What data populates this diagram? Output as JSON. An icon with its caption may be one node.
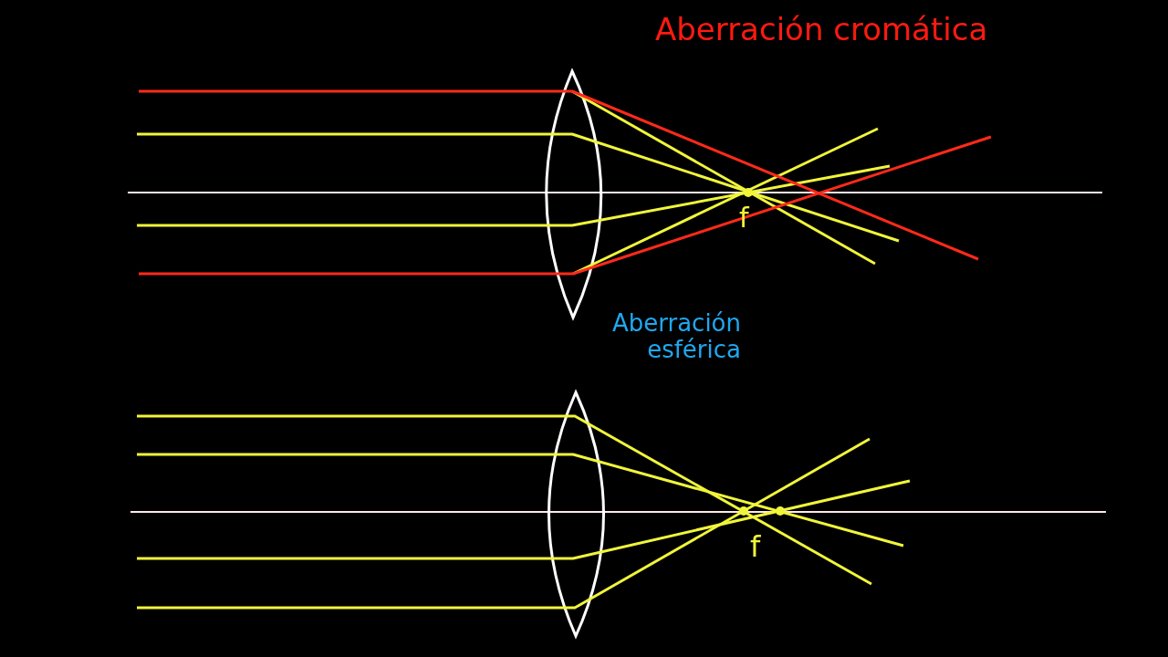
{
  "diagram": {
    "labels": [
      "Aberración cromática",
      "f",
      "Aberración esférica",
      "f"
    ]
  }
}
